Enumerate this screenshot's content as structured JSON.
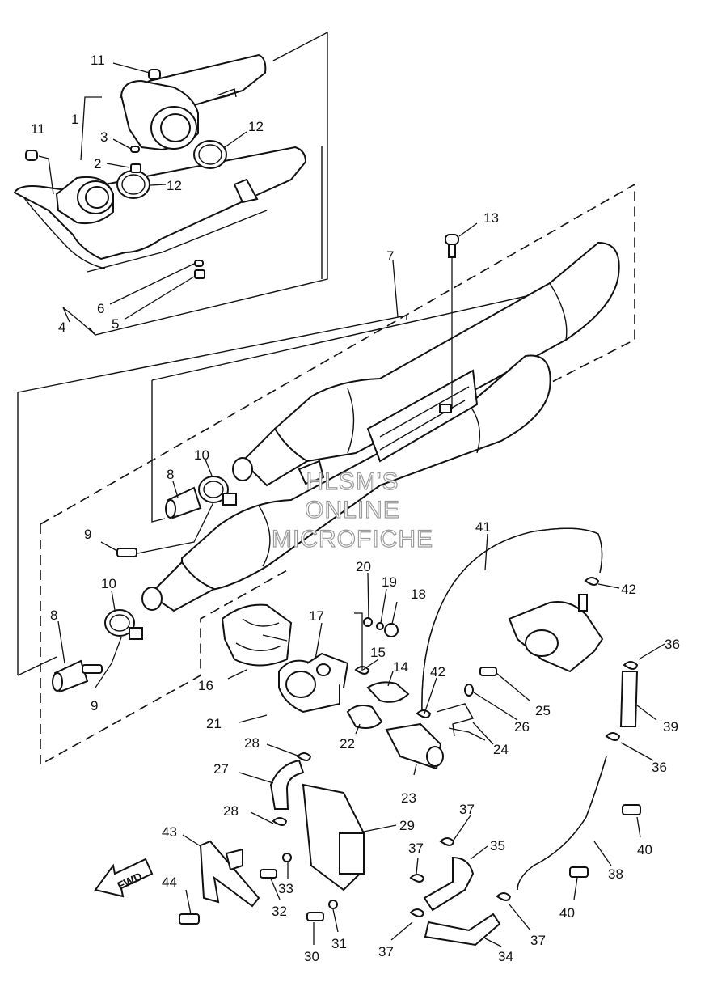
{
  "watermark": [
    "HLSM'S",
    "ONLINE",
    "MICROFICHE"
  ],
  "direction_label": "FWD",
  "callouts": [
    {
      "id": "c11a",
      "text": "11"
    },
    {
      "id": "c1",
      "text": "1"
    },
    {
      "id": "c3",
      "text": "3"
    },
    {
      "id": "c2",
      "text": "2"
    },
    {
      "id": "c12a",
      "text": "12"
    },
    {
      "id": "c11b",
      "text": "11"
    },
    {
      "id": "c12b",
      "text": "12"
    },
    {
      "id": "c6",
      "text": "6"
    },
    {
      "id": "c4",
      "text": "4"
    },
    {
      "id": "c5",
      "text": "5"
    },
    {
      "id": "c13",
      "text": "13"
    },
    {
      "id": "c7",
      "text": "7"
    },
    {
      "id": "c10a",
      "text": "10"
    },
    {
      "id": "c8a",
      "text": "8"
    },
    {
      "id": "c9a",
      "text": "9"
    },
    {
      "id": "c10b",
      "text": "10"
    },
    {
      "id": "c8b",
      "text": "8"
    },
    {
      "id": "c9b",
      "text": "9"
    },
    {
      "id": "c41",
      "text": "41"
    },
    {
      "id": "c42a",
      "text": "42"
    },
    {
      "id": "c20",
      "text": "20"
    },
    {
      "id": "c19",
      "text": "19"
    },
    {
      "id": "c18",
      "text": "18"
    },
    {
      "id": "c17",
      "text": "17"
    },
    {
      "id": "c15",
      "text": "15"
    },
    {
      "id": "c14",
      "text": "14"
    },
    {
      "id": "c42b",
      "text": "42"
    },
    {
      "id": "c16",
      "text": "16"
    },
    {
      "id": "c21",
      "text": "21"
    },
    {
      "id": "c22",
      "text": "22"
    },
    {
      "id": "c25",
      "text": "25"
    },
    {
      "id": "c26",
      "text": "26"
    },
    {
      "id": "c24",
      "text": "24"
    },
    {
      "id": "c36a",
      "text": "36"
    },
    {
      "id": "c39",
      "text": "39"
    },
    {
      "id": "c36b",
      "text": "36"
    },
    {
      "id": "c28a",
      "text": "28"
    },
    {
      "id": "c27",
      "text": "27"
    },
    {
      "id": "c23",
      "text": "23"
    },
    {
      "id": "c28b",
      "text": "28"
    },
    {
      "id": "c29",
      "text": "29"
    },
    {
      "id": "c37a",
      "text": "37"
    },
    {
      "id": "c35",
      "text": "35"
    },
    {
      "id": "c37b",
      "text": "37"
    },
    {
      "id": "c40a",
      "text": "40"
    },
    {
      "id": "c43",
      "text": "43"
    },
    {
      "id": "c33",
      "text": "33"
    },
    {
      "id": "c38",
      "text": "38"
    },
    {
      "id": "c32",
      "text": "32"
    },
    {
      "id": "c44",
      "text": "44"
    },
    {
      "id": "c40b",
      "text": "40"
    },
    {
      "id": "c31",
      "text": "31"
    },
    {
      "id": "c30",
      "text": "30"
    },
    {
      "id": "c37c",
      "text": "37"
    },
    {
      "id": "c34",
      "text": "34"
    },
    {
      "id": "c37d",
      "text": "37"
    }
  ]
}
